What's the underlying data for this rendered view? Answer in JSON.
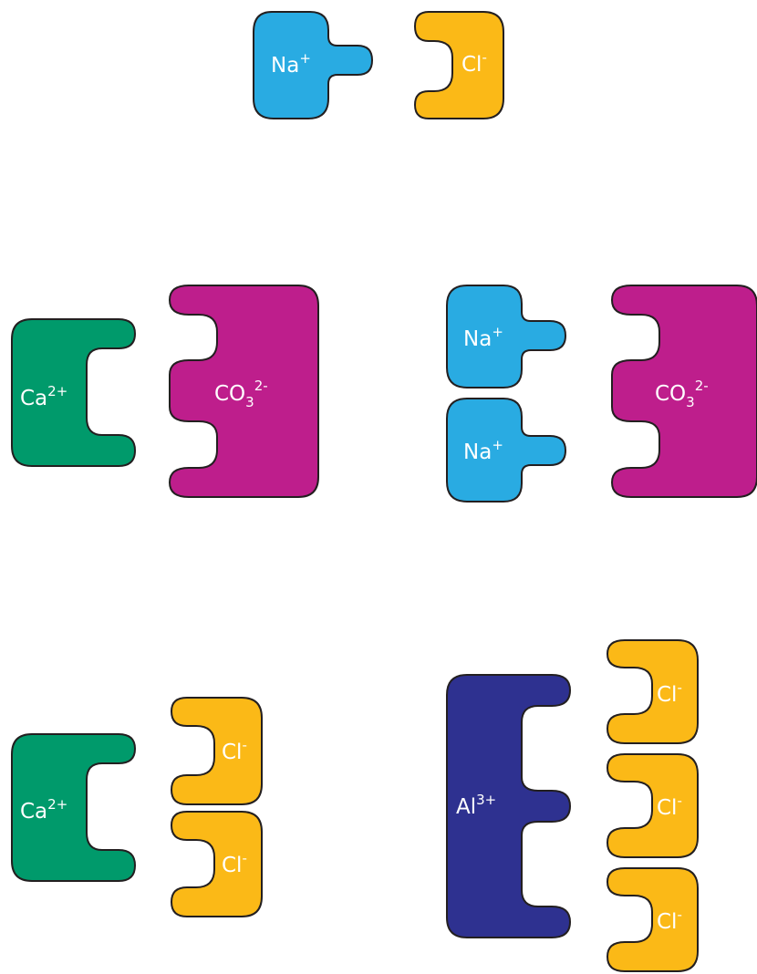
{
  "colors": {
    "sodium": "#29abe2",
    "chloride": "#fbb917",
    "calcium": "#009a6b",
    "carbonate": "#be1e8c",
    "aluminum": "#2e3190",
    "outline": "#231f20"
  },
  "ions": {
    "sodium": {
      "symbol": "Na",
      "subscript": "",
      "charge": "+"
    },
    "chloride": {
      "symbol": "Cl",
      "subscript": "",
      "charge": "-"
    },
    "calcium": {
      "symbol": "Ca",
      "subscript": "",
      "charge": "2+"
    },
    "carbonate": {
      "symbol": "CO",
      "subscript": "3",
      "charge": "2-"
    },
    "aluminum": {
      "symbol": "Al",
      "subscript": "",
      "charge": "3+"
    }
  }
}
